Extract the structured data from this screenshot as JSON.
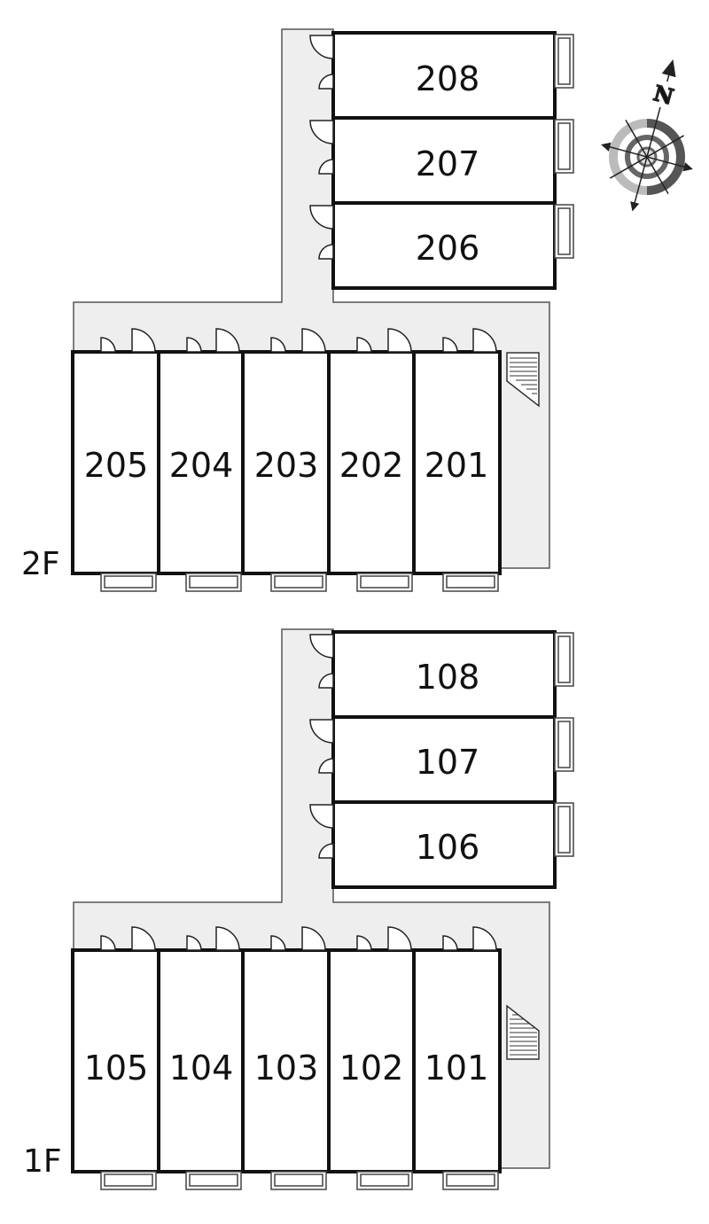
{
  "floors": [
    {
      "label": "2F",
      "top_units": [
        "208",
        "207",
        "206"
      ],
      "bottom_units": [
        "205",
        "204",
        "203",
        "202",
        "201"
      ]
    },
    {
      "label": "1F",
      "top_units": [
        "108",
        "107",
        "106"
      ],
      "bottom_units": [
        "105",
        "104",
        "103",
        "102",
        "101"
      ]
    }
  ],
  "compass": {
    "north_label": "N"
  },
  "colors": {
    "corridor": "#eeeeee",
    "corridor_outline": "#555555",
    "wall": "#111111",
    "unit_fill": "#ffffff",
    "compass_dark": "#555555",
    "compass_light": "#bbbbbb"
  }
}
